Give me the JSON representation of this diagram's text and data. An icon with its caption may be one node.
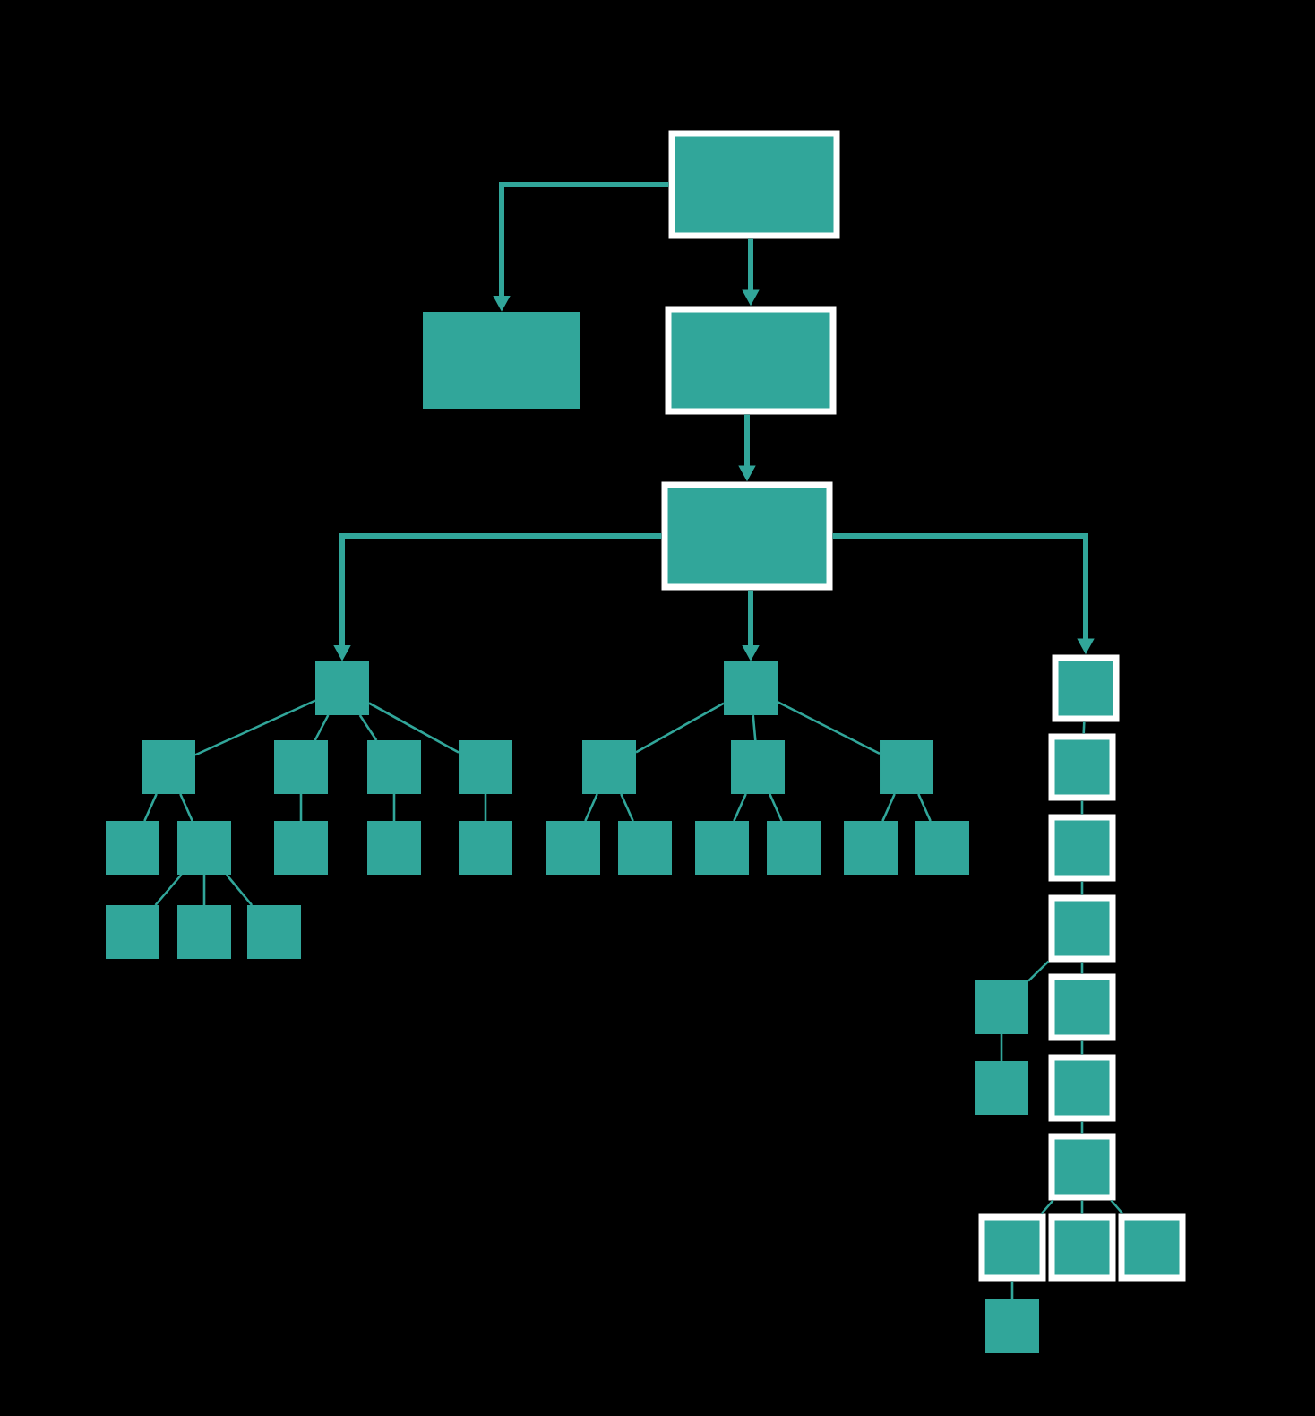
{
  "diagram": {
    "nodes": [
      {
        "text": [],
        "shape": "box"
      },
      {
        "text": [],
        "shape": "box"
      },
      {
        "text": [],
        "shape": "box"
      },
      {
        "text": [],
        "shape": "box"
      },
      {
        "text": [],
        "shape": "box"
      },
      {
        "text": [],
        "shape": "box"
      },
      {
        "text": [],
        "shape": "box"
      },
      {
        "text": [],
        "shape": "box"
      },
      {
        "text": [],
        "shape": "box"
      },
      {
        "text": [],
        "shape": "box"
      },
      {
        "text": [],
        "shape": "box"
      },
      {
        "text": [],
        "shape": "box"
      },
      {
        "text": [],
        "shape": "box"
      },
      {
        "text": [],
        "shape": "box"
      },
      {
        "text": [],
        "shape": "box"
      },
      {
        "text": [],
        "shape": "box"
      },
      {
        "text": [],
        "shape": "box"
      },
      {
        "text": [],
        "shape": "box"
      },
      {
        "text": [],
        "shape": "box"
      },
      {
        "text": [],
        "shape": "box"
      },
      {
        "text": [],
        "shape": "box"
      },
      {
        "text": [],
        "shape": "box"
      },
      {
        "text": [],
        "shape": "box"
      },
      {
        "text": [],
        "shape": "box"
      },
      {
        "text": [],
        "shape": "box"
      },
      {
        "text": [],
        "shape": "box"
      },
      {
        "text": [],
        "shape": "box"
      },
      {
        "text": [],
        "shape": "box"
      },
      {
        "text": [],
        "shape": "box"
      },
      {
        "text": [],
        "shape": "box"
      },
      {
        "text": [],
        "shape": "box"
      },
      {
        "text": [],
        "shape": "box"
      },
      {
        "text": [],
        "shape": "box"
      },
      {
        "text": [],
        "shape": "box"
      },
      {
        "text": [],
        "shape": "box"
      },
      {
        "text": [],
        "shape": "box"
      },
      {
        "text": [],
        "shape": "box"
      },
      {
        "text": [],
        "shape": "box"
      },
      {
        "text": [],
        "shape": "box"
      },
      {
        "text": [],
        "shape": "box"
      }
    ],
    "edges": [
      {
        "from": 0,
        "to": 1,
        "arrow": "to",
        "style": "thick"
      },
      {
        "from": 0,
        "to": 2,
        "arrow": "to",
        "style": "thick"
      },
      {
        "from": 2,
        "to": 3,
        "arrow": "to",
        "style": "thick"
      },
      {
        "from": 3,
        "to": 4,
        "arrow": "to",
        "style": "thick"
      },
      {
        "from": 3,
        "to": 5,
        "arrow": "to",
        "style": "thick"
      },
      {
        "from": 3,
        "to": 6,
        "arrow": "to",
        "style": "thick"
      },
      {
        "from": 4,
        "to": 7,
        "arrow": "none"
      },
      {
        "from": 4,
        "to": 8,
        "arrow": "none"
      },
      {
        "from": 4,
        "to": 9,
        "arrow": "none"
      },
      {
        "from": 4,
        "to": 10,
        "arrow": "none"
      },
      {
        "from": 7,
        "to": 11,
        "arrow": "none"
      },
      {
        "from": 7,
        "to": 12,
        "arrow": "none"
      },
      {
        "from": 8,
        "to": 13,
        "arrow": "none"
      },
      {
        "from": 9,
        "to": 14,
        "arrow": "none"
      },
      {
        "from": 10,
        "to": 15,
        "arrow": "none"
      },
      {
        "from": 12,
        "to": 16,
        "arrow": "none"
      },
      {
        "from": 12,
        "to": 17,
        "arrow": "none"
      },
      {
        "from": 12,
        "to": 18,
        "arrow": "none"
      },
      {
        "from": 5,
        "to": 19,
        "arrow": "none"
      },
      {
        "from": 5,
        "to": 20,
        "arrow": "none"
      },
      {
        "from": 5,
        "to": 21,
        "arrow": "none"
      },
      {
        "from": 19,
        "to": 22,
        "arrow": "none"
      },
      {
        "from": 19,
        "to": 23,
        "arrow": "none"
      },
      {
        "from": 20,
        "to": 24,
        "arrow": "none"
      },
      {
        "from": 20,
        "to": 25,
        "arrow": "none"
      },
      {
        "from": 21,
        "to": 26,
        "arrow": "none"
      },
      {
        "from": 21,
        "to": 27,
        "arrow": "none"
      },
      {
        "from": 6,
        "to": 28,
        "arrow": "none"
      },
      {
        "from": 28,
        "to": 29,
        "arrow": "none"
      },
      {
        "from": 29,
        "to": 30,
        "arrow": "none"
      },
      {
        "from": 30,
        "to": 31,
        "arrow": "none"
      },
      {
        "from": 30,
        "to": 32,
        "arrow": "none"
      },
      {
        "from": 31,
        "to": 33,
        "arrow": "none"
      },
      {
        "from": 32,
        "to": 34,
        "arrow": "none"
      },
      {
        "from": 34,
        "to": 35,
        "arrow": "none"
      },
      {
        "from": 35,
        "to": 36,
        "arrow": "none"
      },
      {
        "from": 35,
        "to": 37,
        "arrow": "none"
      },
      {
        "from": 35,
        "to": 38,
        "arrow": "none"
      },
      {
        "from": 36,
        "to": 39,
        "arrow": "none"
      }
    ]
  }
}
